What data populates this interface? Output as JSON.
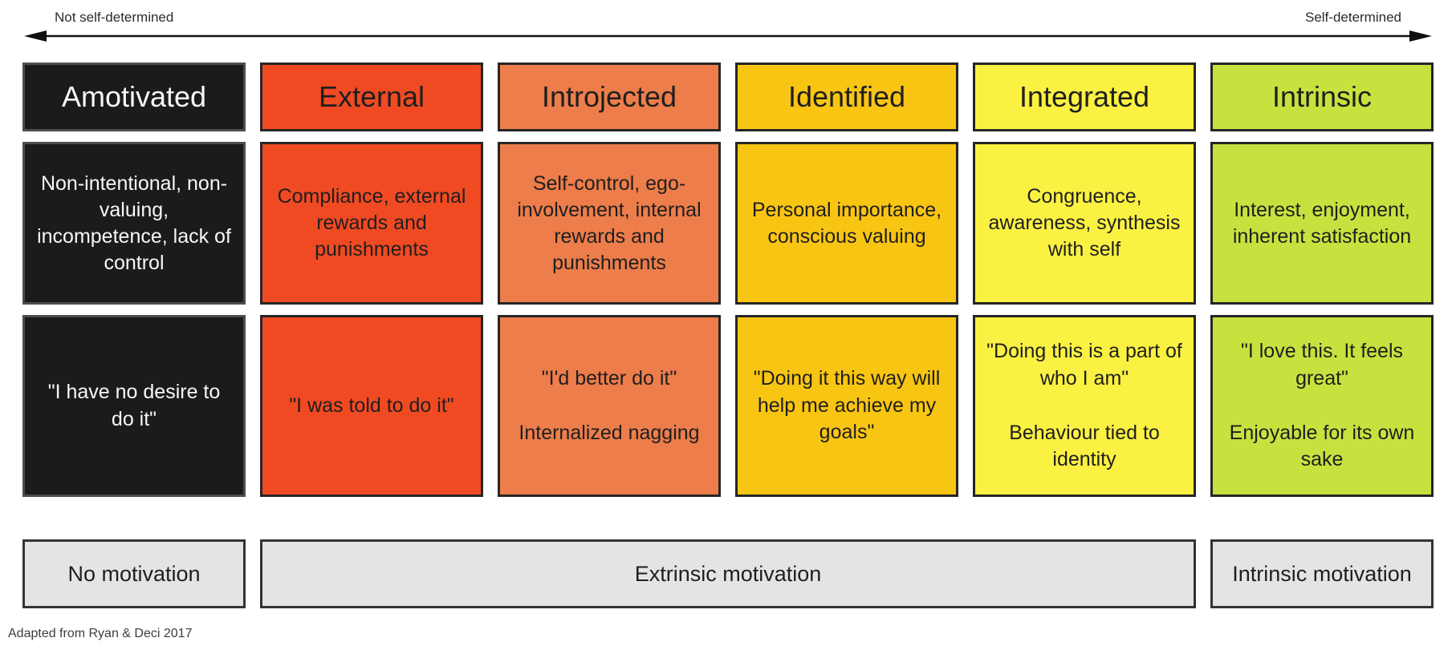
{
  "continuum": {
    "left_label": "Not self-determined",
    "right_label": "Self-determined",
    "arrow_color": "#111111"
  },
  "columns": [
    {
      "id": "amotivated",
      "title": "Amotivated",
      "description": "Non-intentional, non-valuing, incompetence, lack of control",
      "quote": "\"I have no desire to do it\"",
      "quote_sub": "",
      "bg": "#1b1b1b",
      "text": "#f7f7f7",
      "border": "#4d4d4d"
    },
    {
      "id": "external",
      "title": "External",
      "description": "Compliance, external rewards and punishments",
      "quote": "\"I was told to do it\"",
      "quote_sub": "",
      "bg": "#f04a23",
      "text": "#1f1f1f",
      "border": "#262626"
    },
    {
      "id": "introjected",
      "title": "Introjected",
      "description": "Self-control, ego-involvement, internal rewards and punishments",
      "quote": "\"I'd better do it\"",
      "quote_sub": "Internalized nagging",
      "bg": "#ed7d4a",
      "text": "#1f1f1f",
      "border": "#262626"
    },
    {
      "id": "identified",
      "title": "Identified",
      "description": "Personal importance, conscious valuing",
      "quote": "\"Doing it this way will help me achieve my goals\"",
      "quote_sub": "",
      "bg": "#f9c513",
      "text": "#1f1f1f",
      "border": "#262626"
    },
    {
      "id": "integrated",
      "title": "Integrated",
      "description": "Congruence, awareness, synthesis with self",
      "quote": "\"Doing this is a part of who I am\"",
      "quote_sub": "Behaviour tied to identity",
      "bg": "#fbf142",
      "text": "#1f1f1f",
      "border": "#262626"
    },
    {
      "id": "intrinsic",
      "title": "Intrinsic",
      "description": "Interest, enjoyment, inherent satisfaction",
      "quote": "\"I love this. It feels great\"",
      "quote_sub": "Enjoyable for its own sake",
      "bg": "#c7e23e",
      "text": "#1f1f1f",
      "border": "#262626"
    }
  ],
  "bands": [
    {
      "label": "No motivation",
      "span": 1
    },
    {
      "label": "Extrinsic motivation",
      "span": 4
    },
    {
      "label": "Intrinsic motivation",
      "span": 1
    }
  ],
  "band_style": {
    "bg": "#e4e4e4",
    "border": "#333333"
  },
  "attribution": "Adapted from Ryan & Deci 2017"
}
